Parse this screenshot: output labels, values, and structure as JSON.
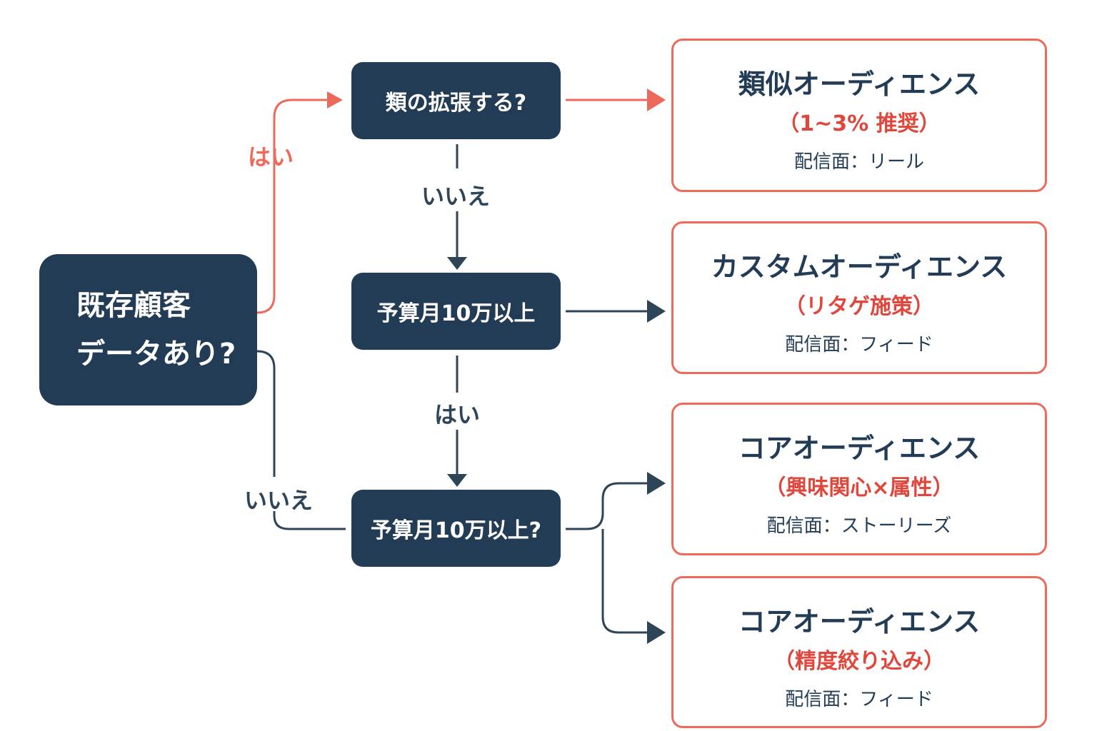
{
  "nodes": {
    "start": {
      "line1": "既存顧客",
      "line2": "データあり?"
    },
    "q1": "類の拡張する?",
    "q2": "予算月10万以上",
    "q3": "予算月10万以上?"
  },
  "edge_labels": {
    "start_yes": "はい",
    "start_no": "いいえ",
    "q1_no": "いいえ",
    "q2_yes": "はい"
  },
  "results": [
    {
      "title": "類似オーディエンス",
      "sub": "（1~3% 推奨）",
      "placement": "配信面：リール"
    },
    {
      "title": "カスタムオーディエンス",
      "sub": "（リタゲ施策）",
      "placement": "配信面：フィード"
    },
    {
      "title": "コアオーディエンス",
      "sub": "（興味関心×属性）",
      "placement": "配信面：ストーリーズ"
    },
    {
      "title": "コアオーディエンス",
      "sub": "（精度絞り込み）",
      "placement": "配信面：フィード"
    }
  ],
  "colors": {
    "node": "#233c55",
    "accent": "#ec6a5c",
    "accent_text": "#e0473c",
    "line": "#2e4558"
  }
}
